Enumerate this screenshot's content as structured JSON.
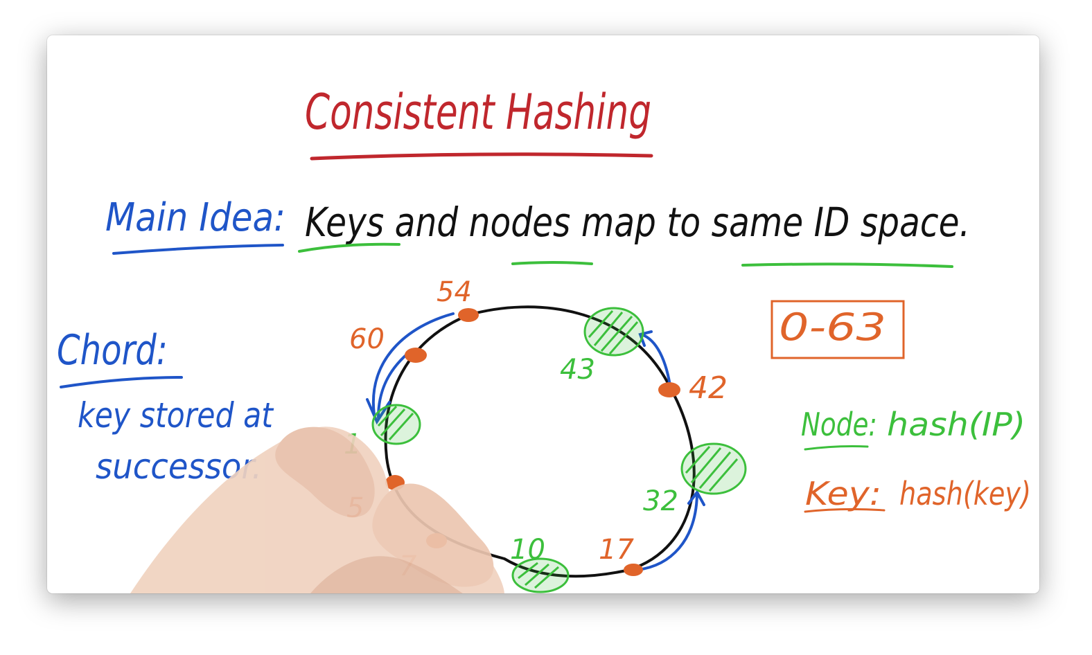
{
  "title": "Consistent Hashing",
  "main_idea": {
    "label": "Main Idea:",
    "text": "Keys and nodes map to same ID space."
  },
  "chord": {
    "label": "Chord:",
    "line1": "key stored at",
    "line2": "successor."
  },
  "id_space": "0-63",
  "node_legend": {
    "label": "Node:",
    "value": "hash(IP)"
  },
  "key_legend": {
    "label": "Key:",
    "value": "hash(key)"
  },
  "ring": {
    "keys": [
      {
        "id": "54"
      },
      {
        "id": "60"
      },
      {
        "id": "42"
      },
      {
        "id": "17"
      },
      {
        "id": "5"
      },
      {
        "id": "7"
      }
    ],
    "nodes": [
      {
        "id": "43"
      },
      {
        "id": "32"
      },
      {
        "id": "10"
      },
      {
        "id": "1"
      }
    ]
  },
  "colors": {
    "title": "#c0272d",
    "blue": "#1f55c8",
    "green": "#3cbf3c",
    "orange": "#e0642a",
    "black": "#111111"
  }
}
